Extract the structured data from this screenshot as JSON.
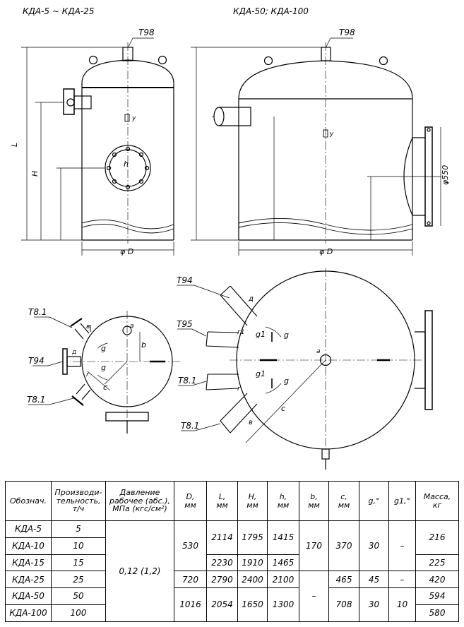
{
  "views": {
    "left_title": "КДА-5 ~ КДА-25",
    "right_title": "КДА-50; КДА-100"
  },
  "labels": {
    "t98": "Т98",
    "t94": "Т94",
    "t95": "Т95",
    "t81": "Т8.1",
    "L": "L",
    "H": "H",
    "D": "φ D",
    "phi550": "φ550",
    "y": "y",
    "a": "а",
    "b": "b",
    "c": "c",
    "g": "g",
    "g1": "g1",
    "v": "в",
    "d": "д",
    "gg": "г",
    "g1c": "г1",
    "h": "h"
  },
  "table": {
    "headers": {
      "designation": "Обознач.",
      "capacity": [
        "Производи-",
        "тельность,",
        "т/ч"
      ],
      "pressure": [
        "Давление",
        "рабочее (абс.),",
        "МПа (кгс/см²)"
      ],
      "D": [
        "D,",
        "мм"
      ],
      "L": [
        "L,",
        "мм"
      ],
      "H": [
        "H,",
        "мм"
      ],
      "h": [
        "h,",
        "мм"
      ],
      "b": [
        "b,",
        "мм"
      ],
      "c": [
        "c,",
        "мм"
      ],
      "g": "g,°",
      "g1": "g1,°",
      "mass": [
        "Масса,",
        "кг"
      ]
    },
    "rows": [
      {
        "designation": "КДА-5",
        "capacity": "5",
        "mass": "216"
      },
      {
        "designation": "КДА-10",
        "capacity": "10",
        "mass": ""
      },
      {
        "designation": "КДА-15",
        "capacity": "15",
        "mass": "225"
      },
      {
        "designation": "КДА-25",
        "capacity": "25",
        "mass": "420"
      },
      {
        "designation": "КДА-50",
        "capacity": "50",
        "mass": "594"
      },
      {
        "designation": "КДА-100",
        "capacity": "100",
        "mass": "580"
      }
    ],
    "merged": {
      "pressure": "0,12 (1,2)",
      "D_530": "530",
      "L_2114": "2114",
      "H_1795": "1795",
      "h_1415": "1415",
      "L_2230": "2230",
      "H_1910": "1910",
      "h_1465": "1465",
      "b_170": "170",
      "c_370": "370",
      "g_30a": "30",
      "g1_dash_a": "–",
      "D_720": "720",
      "L_2790": "2790",
      "H_2400": "2400",
      "h_2100": "2100",
      "b_dash": "–",
      "c_465": "465",
      "g_45": "45",
      "g1_dash_b": "–",
      "D_1016": "1016",
      "L_2054": "2054",
      "H_1650": "1650",
      "h_1300": "1300",
      "c_708": "708",
      "g_30b": "30",
      "g1_10": "10"
    }
  }
}
